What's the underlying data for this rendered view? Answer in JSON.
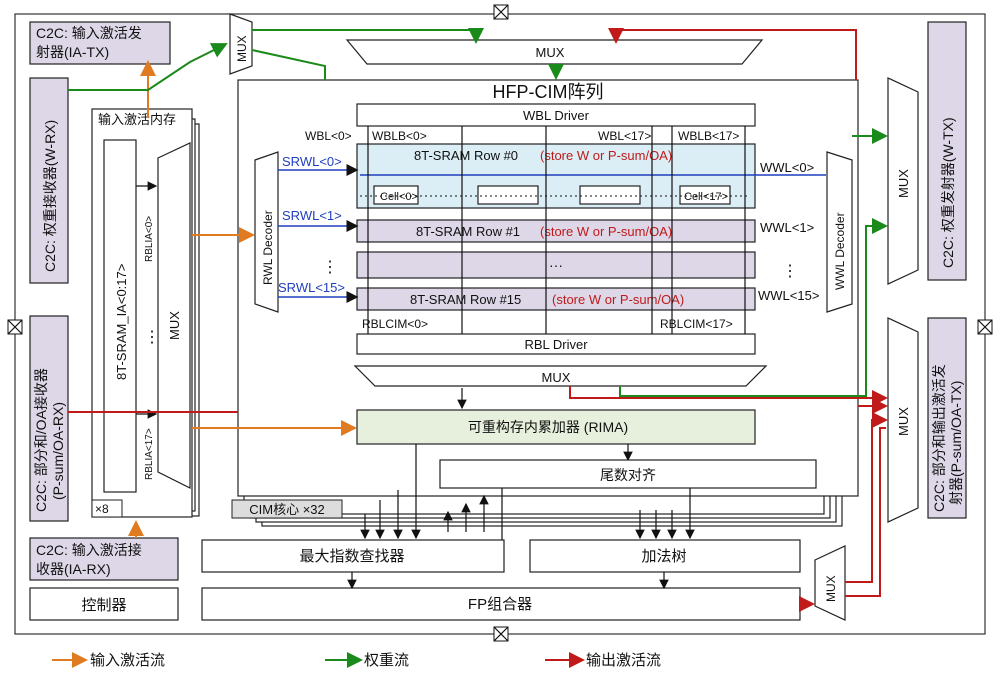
{
  "c2c_ia_tx": [
    "C2C: 输入激活发",
    "射器(IA-TX)"
  ],
  "c2c_w_rx": "C2C: 权重接收器(W-RX)",
  "c2c_psum_rx": [
    "C2C: 部分和/OA接收器",
    "(P-sum/OA-RX)"
  ],
  "c2c_ia_rx": [
    "C2C: 输入激活接",
    "收器(IA-RX)"
  ],
  "controller": "控制器",
  "c2c_w_tx": "C2C: 权重发射器(W-TX)",
  "c2c_psum_tx": [
    "C2C: 部分和输出激活发",
    "射器(P-sum/OA-TX)"
  ],
  "ia_memory": {
    "title": "输入激活内存",
    "sram": "8T-SRAM_IA<0:17>",
    "rbl_top": "RBLIA<0>",
    "rbl_bottom": "RBLIA<17>",
    "mux": "MUX",
    "dots": "⋮",
    "count": "×8"
  },
  "mux_label": "MUX",
  "cim_core": {
    "title": "HFP-CIM阵列",
    "count": "CIM核心 ×32",
    "wbl_driver": "WBL Driver",
    "wbl0": "WBL<0>",
    "wblb0": "WBLB<0>",
    "wbl17": "WBL<17>",
    "wblb17": "WBLB<17>",
    "rwl_decoder": "RWL Decoder",
    "wwl_decoder": "WWL Decoder",
    "srwl0": "SRWL<0>",
    "srwl1": "SRWL<1>",
    "srwl15": "SRWL<15>",
    "wwl0": "WWL<0>",
    "wwl1": "WWL<1>",
    "wwl15": "WWL<15>",
    "row0": "8T-SRAM Row #0",
    "row1": "8T-SRAM Row #1",
    "row15": "8T-SRAM Row #15",
    "store_note": "(store W or P-sum/OA)",
    "cell0": "Cell<0>",
    "cell17": "Cell<17>",
    "rbl0": "RBLCIM<0>",
    "rbl17": "RBLCIM<17>",
    "rbl_driver": "RBL Driver",
    "rima": "可重构存内累加器 (RIMA)",
    "mantissa_align": "尾数对齐",
    "dots": "⋮",
    "hdots": "···"
  },
  "max_exp_finder": "最大指数查找器",
  "adder_tree": "加法树",
  "fp_combiner": "FP组合器",
  "cross_icon": "cross-box-icon",
  "legend": [
    {
      "label": "输入激活流",
      "color": "#e07b22"
    },
    {
      "label": "权重流",
      "color": "#1a8a1a"
    },
    {
      "label": "输出激活流",
      "color": "#c01a1a"
    }
  ]
}
